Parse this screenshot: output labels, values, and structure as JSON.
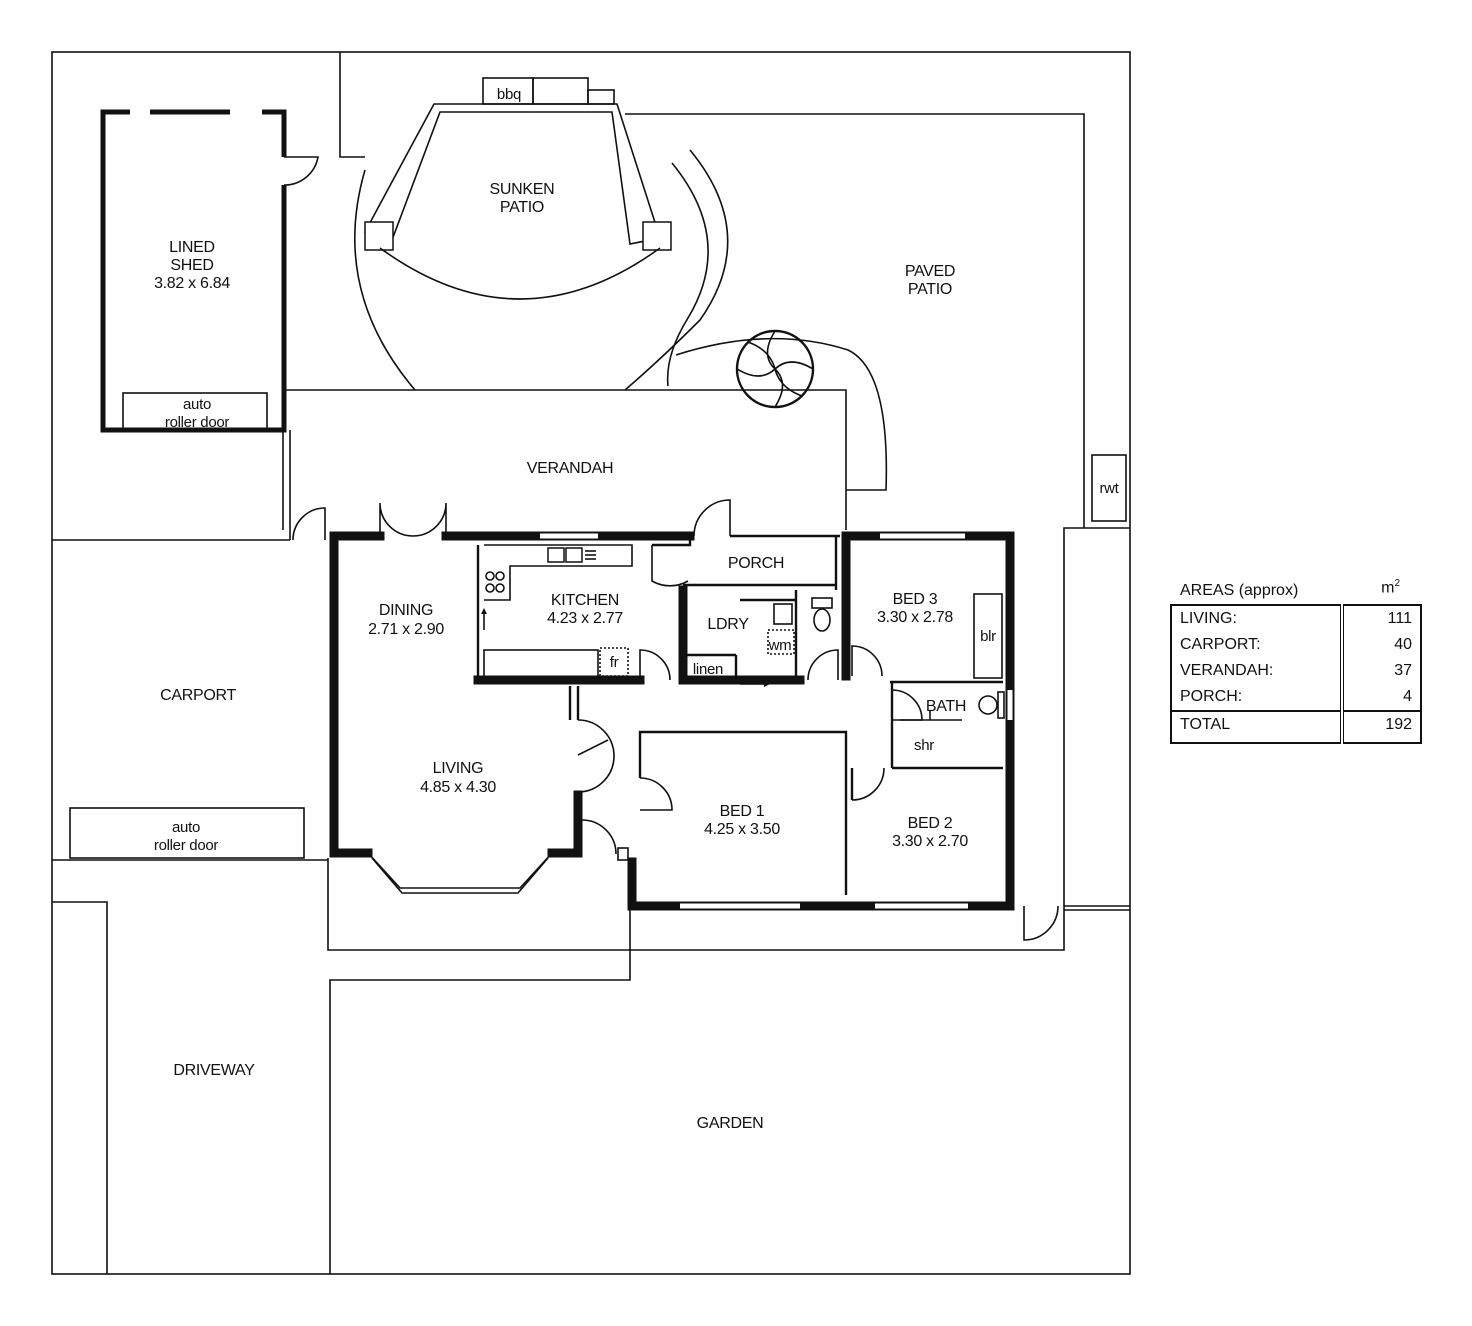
{
  "rooms": {
    "shed_name": "LINED",
    "shed_name2": "SHED",
    "shed_dims": "3.82 x 6.84",
    "shed_door_1": "auto",
    "shed_door_2": "roller door",
    "bbq": "bbq",
    "sunken_1": "SUNKEN",
    "sunken_2": "PATIO",
    "paved_1": "PAVED",
    "paved_2": "PATIO",
    "verandah": "VERANDAH",
    "rwt": "rwt",
    "porch": "PORCH",
    "dining": "DINING",
    "dining_dims": "2.71 x 2.90",
    "kitchen": "KITCHEN",
    "kitchen_dims": "4.23 x 2.77",
    "fridge": "fr",
    "laundry": "LDRY",
    "linen": "linen",
    "wm": "wm",
    "bed3": "BED 3",
    "bed3_dims": "3.30 x 2.78",
    "blr": "blr",
    "bath": "BATH",
    "shr": "shr",
    "carport": "CARPORT",
    "carport_door_1": "auto",
    "carport_door_2": "roller door",
    "living": "LIVING",
    "living_dims": "4.85 x 4.30",
    "bed1": "BED 1",
    "bed1_dims": "4.25 x 3.50",
    "bed2": "BED 2",
    "bed2_dims": "3.30 x 2.70",
    "driveway": "DRIVEWAY",
    "garden": "GARDEN"
  },
  "areas": {
    "title": "AREAS (approx)",
    "unit": "m",
    "unit_sup": "2",
    "rows": [
      {
        "label": "LIVING:",
        "value": "111"
      },
      {
        "label": "CARPORT:",
        "value": "40"
      },
      {
        "label": "VERANDAH:",
        "value": "37"
      },
      {
        "label": "PORCH:",
        "value": "4"
      }
    ],
    "total_label": "TOTAL",
    "total_value": "192"
  }
}
